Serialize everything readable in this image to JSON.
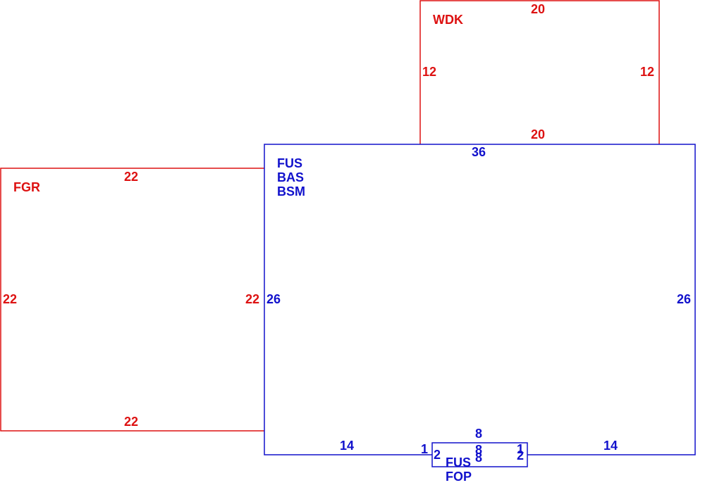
{
  "colors": {
    "red": "#dd1111",
    "blue": "#1111cc"
  },
  "areas": {
    "wdk": {
      "labels": [
        "WDK"
      ],
      "dims": {
        "top": "20",
        "bottom": "20",
        "left": "12",
        "right": "12"
      }
    },
    "fgr": {
      "labels": [
        "FGR"
      ],
      "dims": {
        "top": "22",
        "bottom": "22",
        "left": "22",
        "right": "22"
      }
    },
    "main": {
      "labels": [
        "FUS",
        "BAS",
        "BSM"
      ],
      "dims": {
        "top": "36",
        "left": "26",
        "right": "26",
        "bottom_left": "14",
        "bottom_right": "14"
      }
    },
    "porch": {
      "labels": [
        "FUS",
        "FOP"
      ],
      "dims": {
        "top": "8",
        "top_inner": "8",
        "bottom_inner": "8",
        "left_outer": "1",
        "left_inner": "2",
        "right_outer": "1",
        "right_inner": "2"
      }
    }
  }
}
